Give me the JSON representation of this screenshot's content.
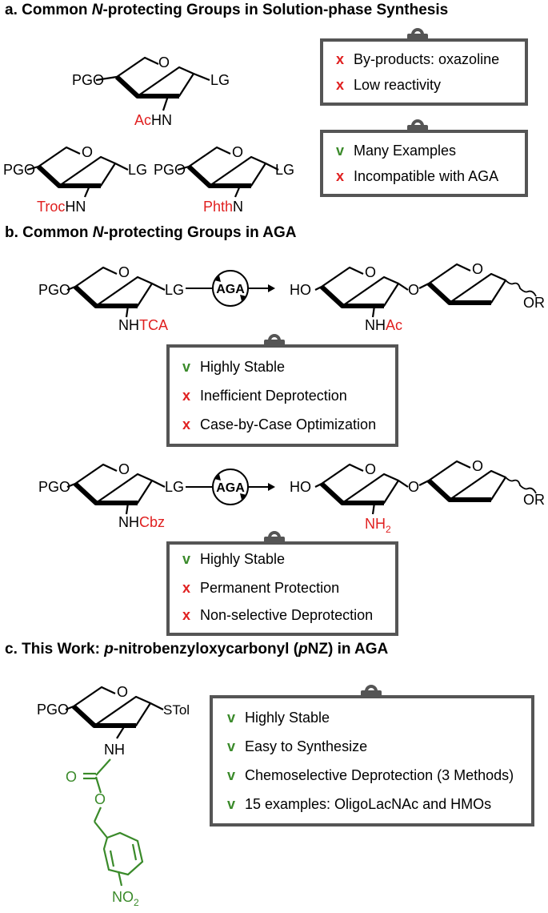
{
  "sections": {
    "a": {
      "prefix": "a. Common ",
      "em": "N",
      "suffix": "-protecting Groups in Solution-phase Synthesis"
    },
    "b": {
      "prefix": "b. Common ",
      "em": "N",
      "suffix": "-protecting Groups in AGA"
    },
    "c": {
      "prefix": "c. This Work: ",
      "em": "p",
      "mid": "-nitrobenzyloxycarbonyl (",
      "em2": "p",
      "suffix": "NZ) in AGA"
    }
  },
  "boxes": {
    "acetyl": [
      {
        "mark": "x",
        "text": "By-products: oxazoline"
      },
      {
        "mark": "x",
        "text": "Low reactivity"
      }
    ],
    "troc_phth": [
      {
        "mark": "v",
        "text": "Many Examples"
      },
      {
        "mark": "x",
        "text": "Incompatible with AGA"
      }
    ],
    "tca": [
      {
        "mark": "v",
        "text": "Highly Stable"
      },
      {
        "mark": "x",
        "text": "Inefficient Deprotection"
      },
      {
        "mark": "x",
        "text": "Case-by-Case Optimization"
      }
    ],
    "cbz": [
      {
        "mark": "v",
        "text": "Highly Stable"
      },
      {
        "mark": "x",
        "text": "Permanent Protection"
      },
      {
        "mark": "x",
        "text": "Non-selective Deprotection"
      }
    ],
    "pnz": [
      {
        "mark": "v",
        "text": "Highly Stable"
      },
      {
        "mark": "v",
        "text": "Easy to Synthesize"
      },
      {
        "mark": "v",
        "text": "Chemoselective Deprotection (3 Methods)"
      },
      {
        "mark": "v",
        "text": "15 examples: OligoLacNAc and HMOs"
      }
    ]
  },
  "labels": {
    "pgo": "PGO",
    "lg": "LG",
    "o": "O",
    "ho": "HO",
    "or": "OR",
    "ac": "Ac",
    "hn": "HN",
    "troc": "Troc",
    "phth": "Phth",
    "n": "N",
    "nh": "NH",
    "tca": "TCA",
    "cbz": "Cbz",
    "nh2": "NH",
    "sub2": "2",
    "aga": "AGA",
    "stol": "STol",
    "no2": "NO",
    "no2sub": "2"
  },
  "colors": {
    "red": "#e02020",
    "green": "#3a8a2a",
    "box_border": "#555555"
  }
}
